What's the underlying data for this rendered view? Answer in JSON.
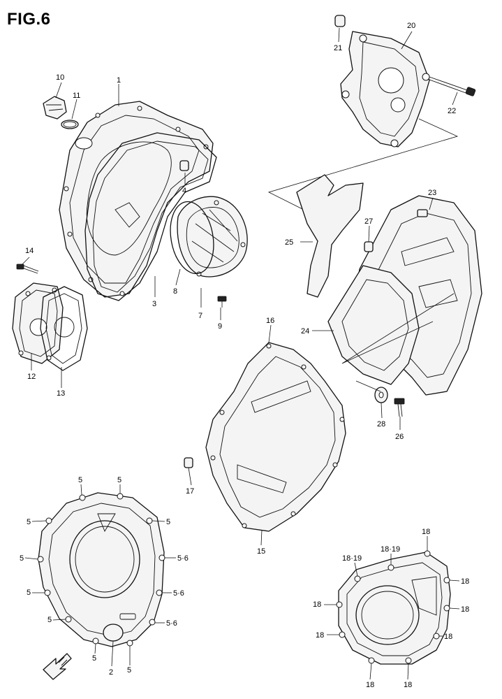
{
  "figure": {
    "title": "FIG.6"
  },
  "callouts": {
    "c1": "1",
    "c2": "2",
    "c3": "3",
    "c4": "4",
    "c7": "7",
    "c8": "8",
    "c9": "9",
    "c10": "10",
    "c11": "11",
    "c12": "12",
    "c13": "13",
    "c14": "14",
    "c15": "15",
    "c16": "16",
    "c17": "17",
    "c20": "20",
    "c21": "21",
    "c22": "22",
    "c23": "23",
    "c24": "24",
    "c25": "25",
    "c26": "26",
    "c27": "27",
    "c28": "28",
    "c5": "5",
    "c18": "18",
    "c5_6": "5·6",
    "c18_19": "18·19"
  },
  "icons": {
    "front_arrow": "front-arrow-icon"
  }
}
